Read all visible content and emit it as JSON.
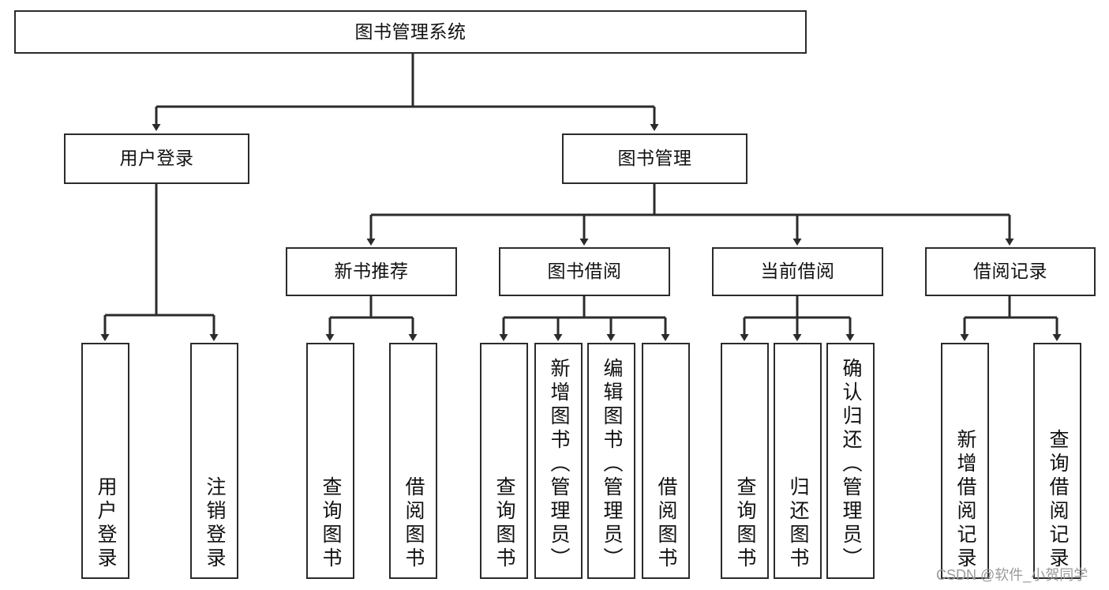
{
  "diagram": {
    "title": "图书管理系统",
    "type": "tree-hierarchy",
    "root": {
      "label": "图书管理系统"
    },
    "level2": [
      {
        "label": "用户登录"
      },
      {
        "label": "图书管理"
      }
    ],
    "level3": [
      {
        "label": "新书推荐"
      },
      {
        "label": "图书借阅"
      },
      {
        "label": "当前借阅"
      },
      {
        "label": "借阅记录"
      }
    ],
    "leaves": {
      "user_login": [
        {
          "label": "用户登录"
        },
        {
          "label": "注销登录"
        }
      ],
      "new_book_recommend": [
        {
          "label": "查询图书"
        },
        {
          "label": "借阅图书"
        }
      ],
      "book_borrow": [
        {
          "label": "查询图书"
        },
        {
          "label": "新增图书（管理员）"
        },
        {
          "label": "编辑图书（管理员）"
        },
        {
          "label": "借阅图书"
        }
      ],
      "current_borrow": [
        {
          "label": "查询图书"
        },
        {
          "label": "归还图书"
        },
        {
          "label": "确认归还（管理员）"
        }
      ],
      "borrow_record": [
        {
          "label": "新增借阅记录"
        },
        {
          "label": "查询借阅记录"
        }
      ]
    }
  },
  "watermark": {
    "text": "CSDN @软件_小贺同学"
  },
  "colors": {
    "stroke": "#2b2b2b",
    "fill": "#ffffff",
    "text": "#111111",
    "watermark": "#9a9a9a"
  }
}
